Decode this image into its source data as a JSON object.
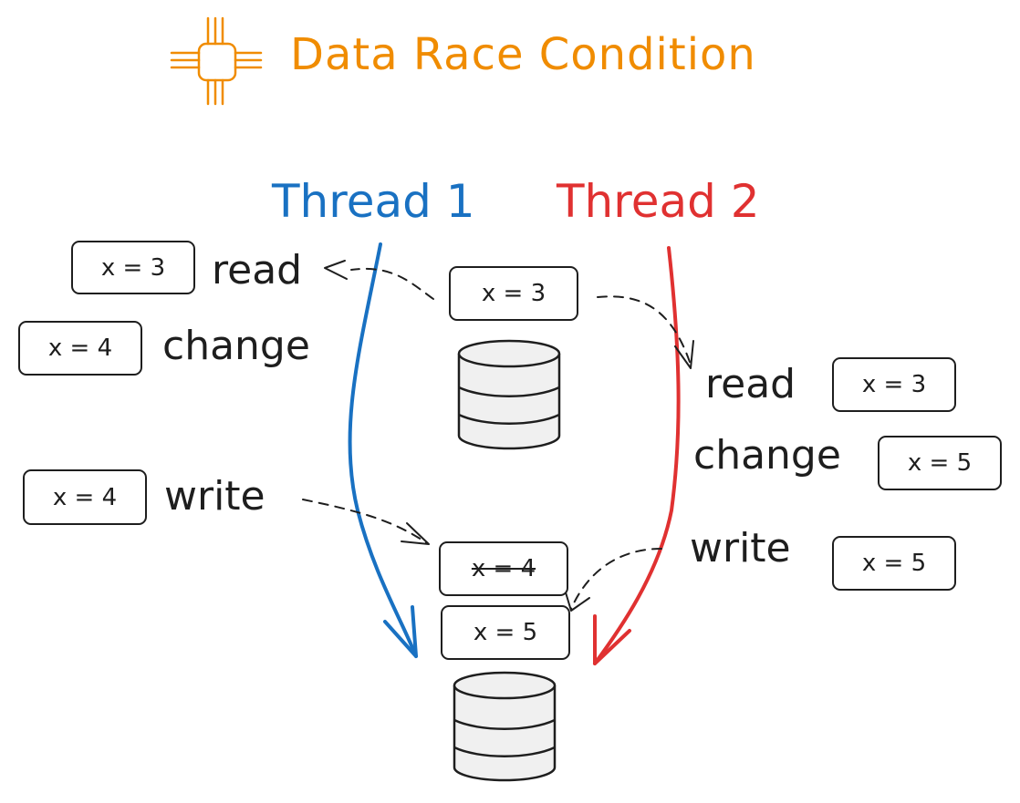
{
  "title": "Data Race Condition",
  "colors": {
    "title": "#f08c00",
    "thread1": "#1971c2",
    "thread2": "#e03131",
    "ink": "#1e1e1e",
    "db_fill": "#f0f0f0"
  },
  "threads": [
    {
      "label": "Thread 1"
    },
    {
      "label": "Thread 2"
    }
  ],
  "shared_value": "x = 3",
  "thread1_steps": [
    {
      "action": "read",
      "value": "x = 3"
    },
    {
      "action": "change",
      "value": "x = 4"
    },
    {
      "action": "write",
      "value": "x = 4"
    }
  ],
  "thread2_steps": [
    {
      "action": "read",
      "value": "x = 3"
    },
    {
      "action": "change",
      "value": "x = 5"
    },
    {
      "action": "write",
      "value": "x = 5"
    }
  ],
  "written_values": [
    {
      "value": "x = 4",
      "struck": true
    },
    {
      "value": "x = 5",
      "struck": false
    }
  ],
  "icons": [
    "zia-sun-icon",
    "database-icon"
  ]
}
